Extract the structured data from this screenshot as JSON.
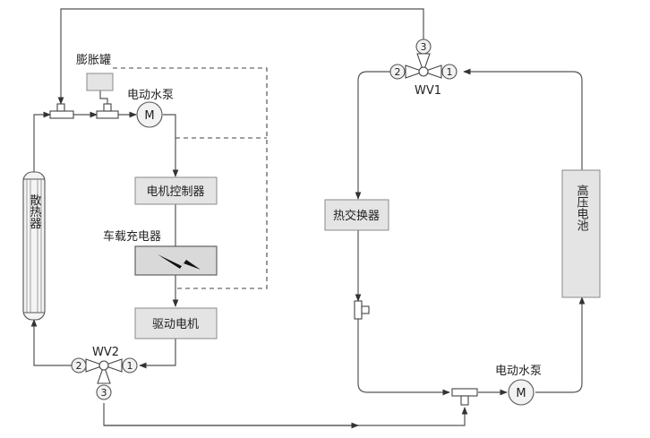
{
  "labels": {
    "expansion_tank": "膨胀罐",
    "pump_left": "电动水泵",
    "pump_right": "电动水泵",
    "motor_controller": "电机控制器",
    "onboard_charger": "车载充电器",
    "drive_motor": "驱动电机",
    "radiator": "散热器",
    "heat_exchanger": "热交换器",
    "hv_battery": "高压电池",
    "valve1": "WV1",
    "valve2": "WV2",
    "pump_symbol": "M",
    "port1": "1",
    "port2": "2",
    "port3": "3"
  },
  "colors": {
    "pipe": "#555555",
    "box_fill": "#e4e4e4",
    "charger_fill": "#d9d9d9"
  }
}
